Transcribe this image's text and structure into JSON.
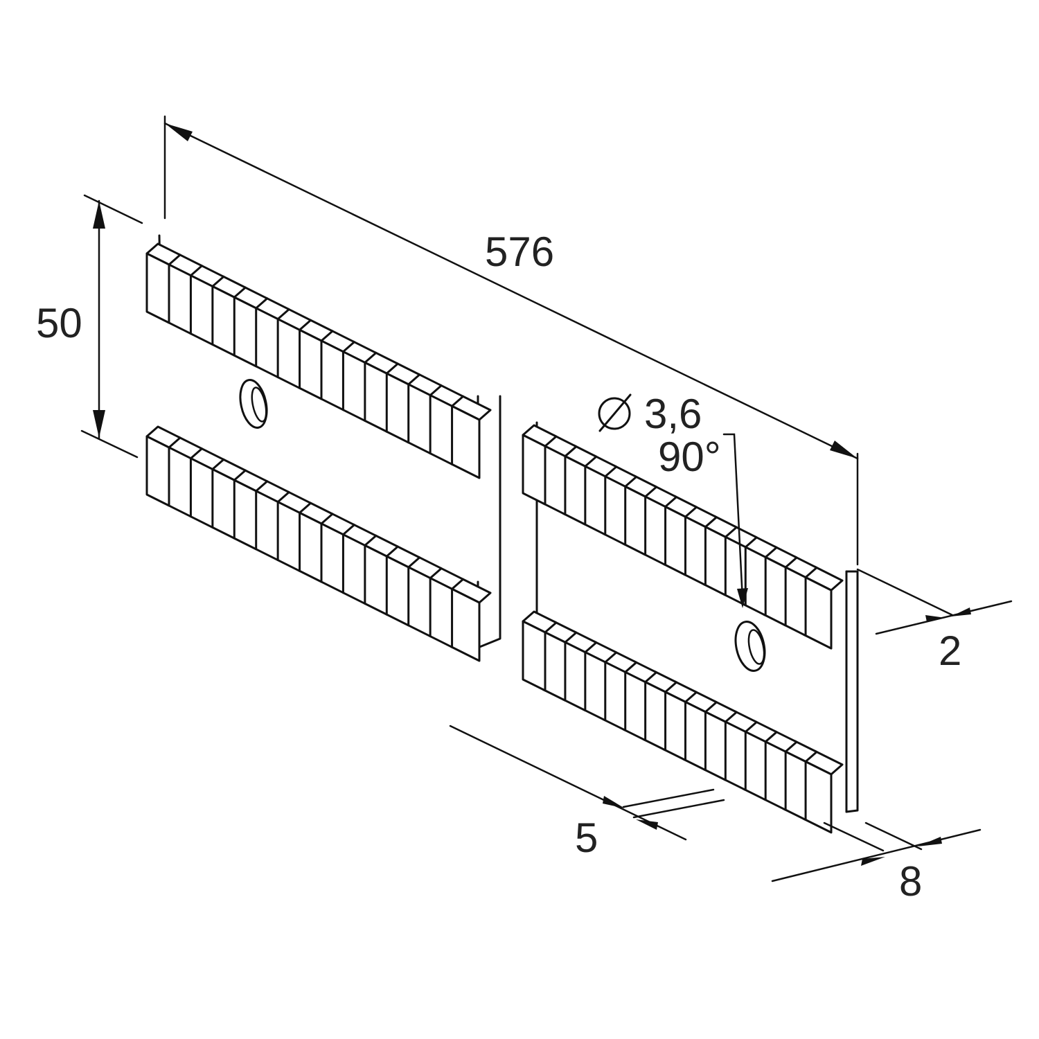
{
  "dimensions": {
    "length": "576",
    "height": "50",
    "hole_diameter": "3,6",
    "hole_symbol": "Ø",
    "hole_angle": "90°",
    "thickness": "2",
    "tooth_spacing": "5",
    "depth": "8"
  },
  "teeth_per_row": 15,
  "colors": {
    "line": "#111111",
    "background": "#ffffff",
    "text": "#222222"
  }
}
